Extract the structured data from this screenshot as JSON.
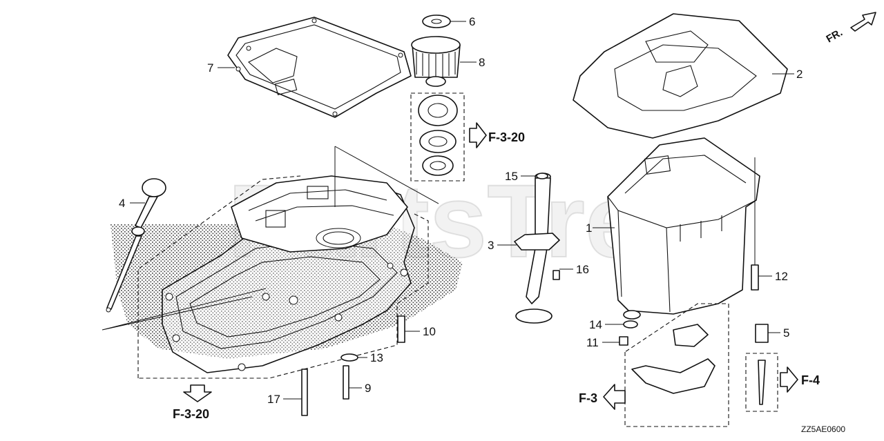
{
  "watermark": "PartsTree",
  "diagram_code": "ZZ5AE0600",
  "front_indicator": "FR.",
  "callouts": {
    "c1": "1",
    "c2": "2",
    "c3": "3",
    "c4": "4",
    "c5": "5",
    "c6": "6",
    "c7": "7",
    "c8": "8",
    "c9": "9",
    "c10": "10",
    "c11": "11",
    "c12": "12",
    "c13": "13",
    "c14": "14",
    "c15": "15",
    "c16": "16",
    "c17": "17"
  },
  "references": {
    "upper_bearing": "F-3-20",
    "lower_left": "F-3-20",
    "oil_pickup": "F-3",
    "right_pipe": "F-4"
  }
}
